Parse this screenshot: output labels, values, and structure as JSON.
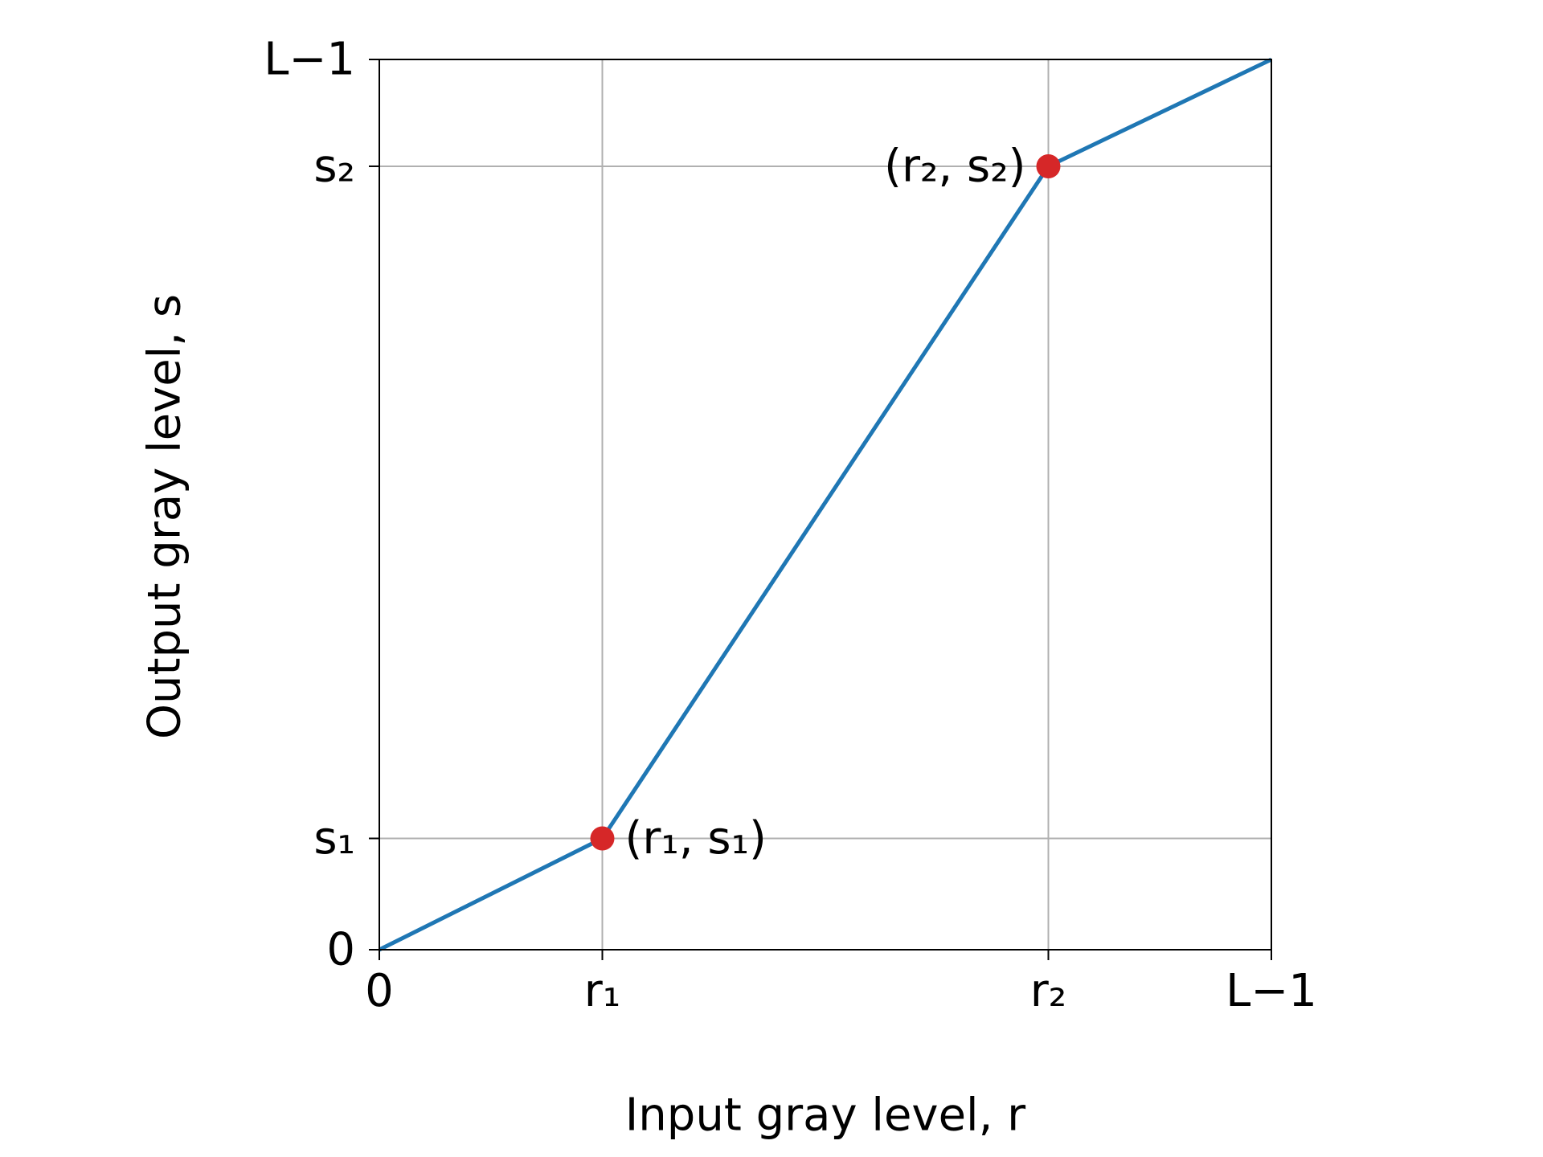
{
  "chart_data": {
    "type": "line",
    "xlabel": "Input gray level, r",
    "ylabel": "Output gray level, s",
    "xlim": [
      0,
      1
    ],
    "ylim": [
      0,
      1
    ],
    "grid": true,
    "x_ticks": [
      {
        "value": 0,
        "label": "0"
      },
      {
        "value": 0.25,
        "label": "r₁"
      },
      {
        "value": 0.75,
        "label": "r₂"
      },
      {
        "value": 1,
        "label": "L−1"
      }
    ],
    "y_ticks": [
      {
        "value": 0,
        "label": "0"
      },
      {
        "value": 0.125,
        "label": "s₁"
      },
      {
        "value": 0.88,
        "label": "s₂"
      },
      {
        "value": 1,
        "label": "L−1"
      }
    ],
    "series": [
      {
        "color": "#1f77b4",
        "points": [
          {
            "x": 0,
            "y": 0
          },
          {
            "x": 0.25,
            "y": 0.125
          },
          {
            "x": 0.75,
            "y": 0.88
          },
          {
            "x": 1,
            "y": 1
          }
        ]
      }
    ],
    "markers": [
      {
        "x": 0.25,
        "y": 0.125,
        "label": "(r₁, s₁)",
        "color": "#d62728"
      },
      {
        "x": 0.75,
        "y": 0.88,
        "label": "(r₂, s₂)",
        "color": "#d62728"
      }
    ],
    "colors": {
      "grid": "#b0b0b0",
      "axes": "#000000"
    }
  }
}
